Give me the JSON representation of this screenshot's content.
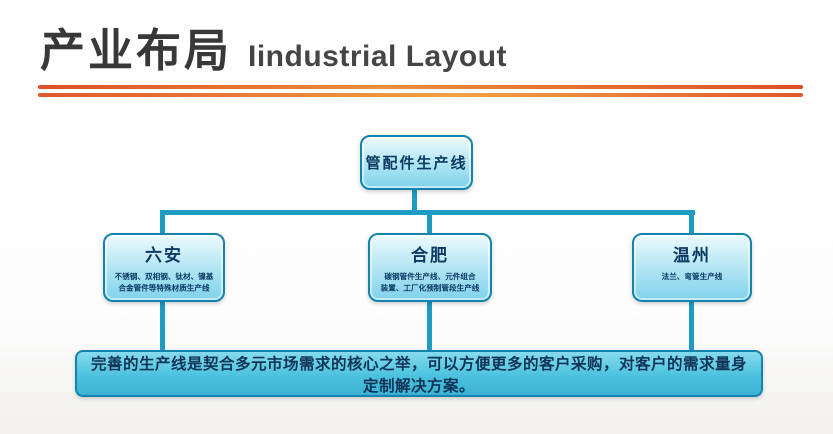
{
  "header": {
    "title_zh": "产业布局",
    "title_en": "Iindustrial Layout"
  },
  "diagram": {
    "root": {
      "label": "管配件生产线"
    },
    "nodes": [
      {
        "name": "六安",
        "desc_line1": "不锈钢、双相钢、钛材、镍基",
        "desc_line2": "合金管件等特殊材质生产线"
      },
      {
        "name": "合肥",
        "desc_line1": "碳钢管件生产线、元件组合",
        "desc_line2": "装置、工厂化预制管段生产线"
      },
      {
        "name": "温州",
        "desc_line1": "法兰、弯管生产线",
        "desc_line2": ""
      }
    ],
    "summary": "完善的生产线是契合多元市场需求的核心之举，可以方便更多的客户采购，对客户的需求量身定制解决方案。"
  },
  "colors": {
    "accent_rule": "#dd4f2a",
    "connector": "#1f9cc2",
    "node_border": "#1583ad",
    "node_fill": "#b9e8f5",
    "summary_fill": "#4cc2de",
    "text_dark": "#0d3a63"
  }
}
